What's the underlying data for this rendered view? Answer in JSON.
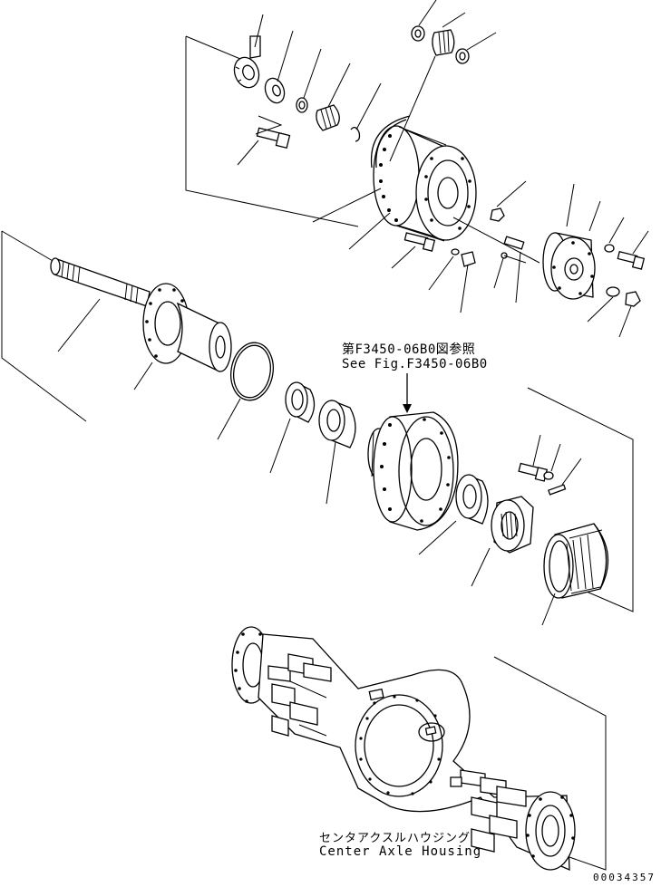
{
  "labels": {
    "ref_jp": "第F3450-06B0図参照",
    "ref_en": "See Fig.F3450-06B0",
    "housing_jp": "センタアクスルハウジング",
    "housing_en": "Center Axle Housing",
    "drawing_code": "00034357"
  },
  "icons": {
    "reference_arrow": "arrow-down-icon"
  }
}
